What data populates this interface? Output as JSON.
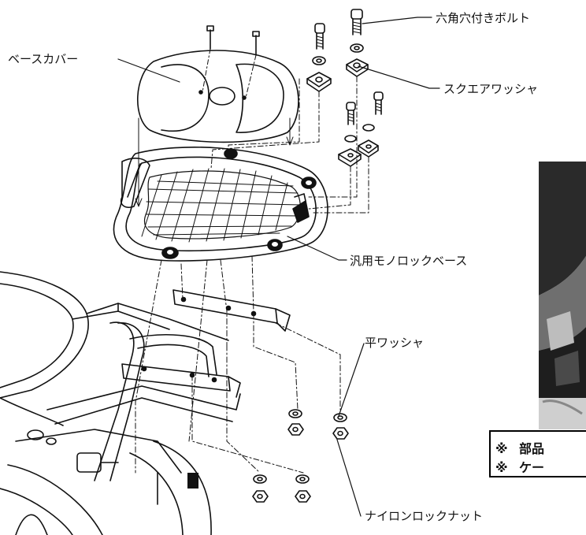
{
  "labels": {
    "hex_bolt": "六角穴付きボルト",
    "square_washer": "スクエアワッシャ",
    "base_cover": "ベースカバー",
    "monolock_base": "汎用モノロックベース",
    "flat_washer": "平ワッシャ",
    "nylon_nut": "ナイロンロックナット"
  },
  "notes": [
    {
      "mark": "※",
      "text": "部品"
    },
    {
      "mark": "※",
      "text": "ケー"
    }
  ],
  "colors": {
    "line": "#111111",
    "photo_dark": "#2a2a2a",
    "photo_mid": "#6f6f6f",
    "photo_light": "#d9d9d9"
  }
}
